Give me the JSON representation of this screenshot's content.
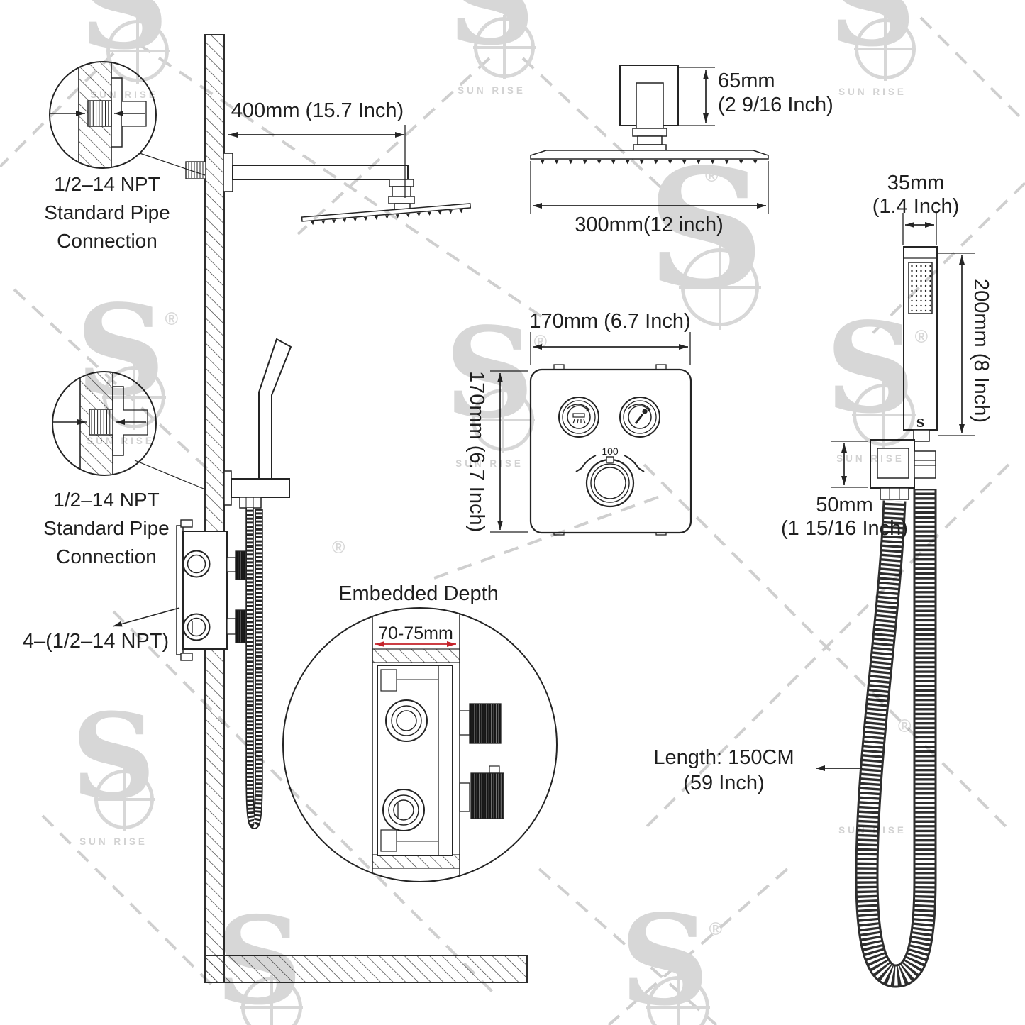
{
  "brand": {
    "name": "SUN RISE",
    "logo_letter": "S",
    "registered": "®"
  },
  "callouts": {
    "pipe_top": [
      "1/2–14 NPT",
      "Standard Pipe",
      "Connection"
    ],
    "pipe_mid": [
      "1/2–14 NPT",
      "Standard Pipe",
      "Connection"
    ],
    "valve_ports": "4–(1/2–14 NPT)",
    "embedded_title": "Embedded Depth",
    "embedded_depth": "70-75mm",
    "hose_length_1": "Length: 150CM",
    "hose_length_2": "(59 Inch)"
  },
  "dimensions": {
    "arm_length": "400mm (15.7 Inch)",
    "head_height_mm": "65mm",
    "head_height_in": "(2 9/16 Inch)",
    "head_width": "300mm(12 inch)",
    "panel_width": "170mm (6.7 Inch)",
    "panel_height": "170mm (6.7 Inch)",
    "handheld_width_mm": "35mm",
    "handheld_width_in": "(1.4 Inch)",
    "handheld_length": "200mm (8 Inch)",
    "holder_height_mm": "50mm",
    "holder_height_in": "(1 15/16 Inch)"
  },
  "panel": {
    "temp_scale_max": "100"
  },
  "handheld": {
    "logo": "S"
  },
  "colors": {
    "ink": "#242424",
    "dimension_red": "#c4222a",
    "watermark": "#d7d7d7"
  }
}
